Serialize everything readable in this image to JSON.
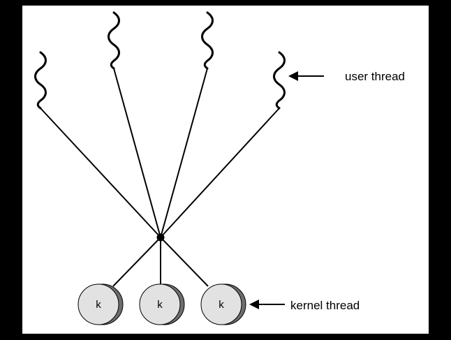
{
  "diagram": {
    "labels": {
      "user_thread": "user thread",
      "kernel_thread": "kernel thread"
    },
    "user_thread_count": 4,
    "kernel_threads": [
      {
        "label": "k"
      },
      {
        "label": "k"
      },
      {
        "label": "k"
      }
    ],
    "colors": {
      "background": "#000000",
      "canvas": "#ffffff",
      "line": "#000000",
      "kernel_fill": "#e2e2e2",
      "kernel_shadow": "#6e6e6e"
    }
  }
}
